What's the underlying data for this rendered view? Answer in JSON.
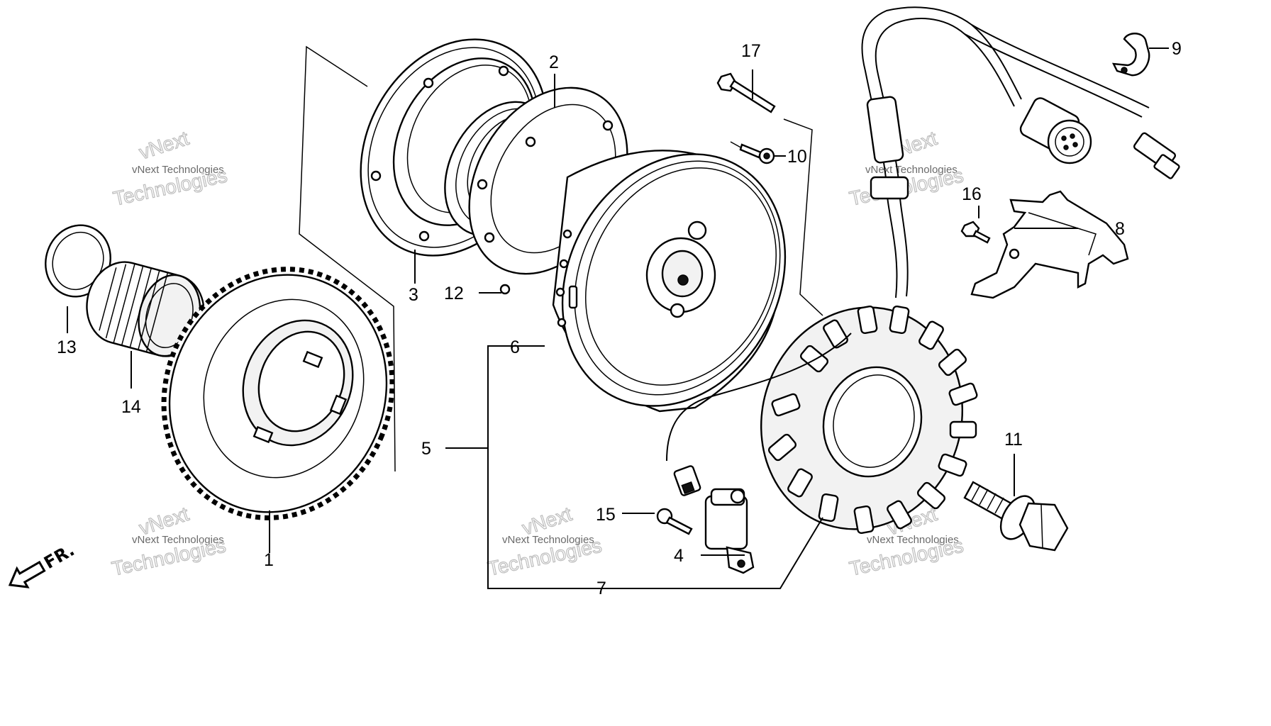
{
  "callouts": [
    "1",
    "2",
    "3",
    "4",
    "5",
    "6",
    "7",
    "8",
    "9",
    "10",
    "11",
    "12",
    "13",
    "14",
    "15",
    "16",
    "17"
  ],
  "direction_label": "FR.",
  "watermark": {
    "line1": "vNext Technologies",
    "line2": "vNext",
    "line3": "Technologies"
  }
}
